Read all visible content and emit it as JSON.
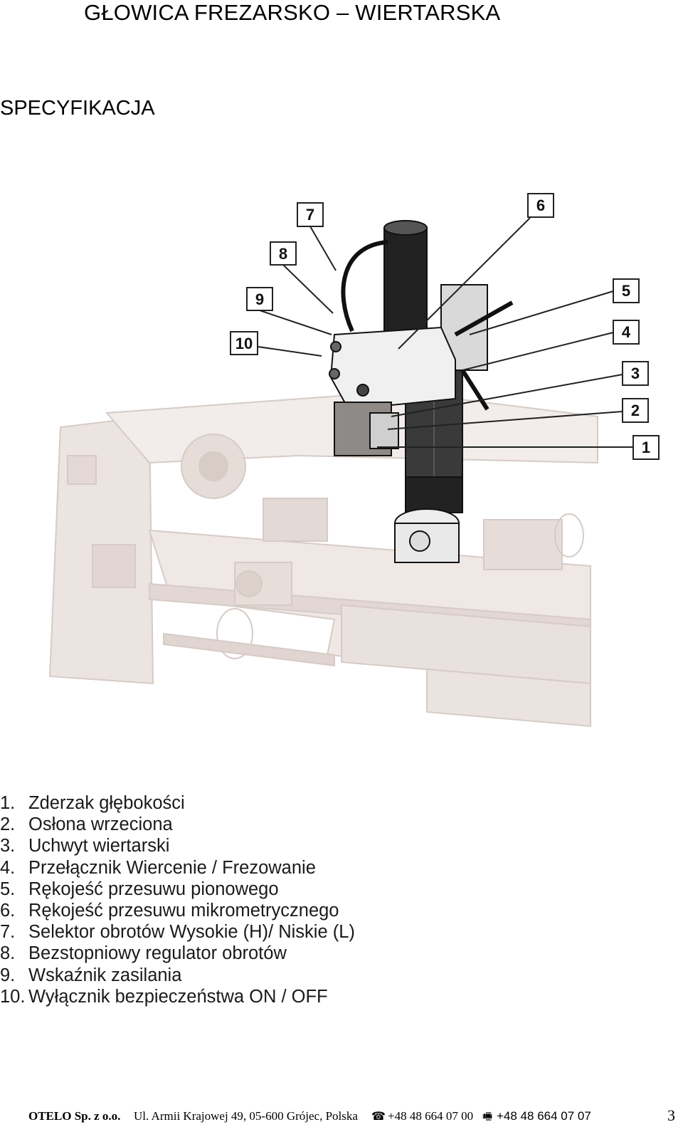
{
  "header": {
    "title": "GŁOWICA FREZARSKO – WIERTARSKA",
    "subtitle": "SPECYFIKACJA"
  },
  "figure": {
    "callouts": [
      "1",
      "2",
      "3",
      "4",
      "5",
      "6",
      "7",
      "8",
      "9",
      "10"
    ]
  },
  "parts": [
    {
      "num": "1.",
      "label": "Zderzak głębokości"
    },
    {
      "num": "2.",
      "label": "Osłona wrzeciona"
    },
    {
      "num": "3.",
      "label": "Uchwyt wiertarski"
    },
    {
      "num": "4.",
      "label": "Przełącznik Wiercenie / Frezowanie"
    },
    {
      "num": "5.",
      "label": "Rękojeść przesuwu pionowego"
    },
    {
      "num": "6.",
      "label": "Rękojeść przesuwu mikrometrycznego"
    },
    {
      "num": "7.",
      "label": "Selektor obrotów Wysokie (H)/ Niskie (L)"
    },
    {
      "num": "8.",
      "label": "Bezstopniowy regulator obrotów"
    },
    {
      "num": "9.",
      "label": "Wskaźnik zasilania"
    },
    {
      "num": "10.",
      "label": "Wyłącznik bezpieczeństwa ON / OFF"
    }
  ],
  "footer": {
    "company": "OTELO Sp. z o.o.",
    "address": "Ul. Armii Krajowej 49, 05-600 Grójec, Polska",
    "phone_icon": "telephone-icon",
    "phone": "+48 48 664 07 00",
    "fax_icon": "fax-icon",
    "fax": "+48 48 664 07 07",
    "page": "3"
  }
}
